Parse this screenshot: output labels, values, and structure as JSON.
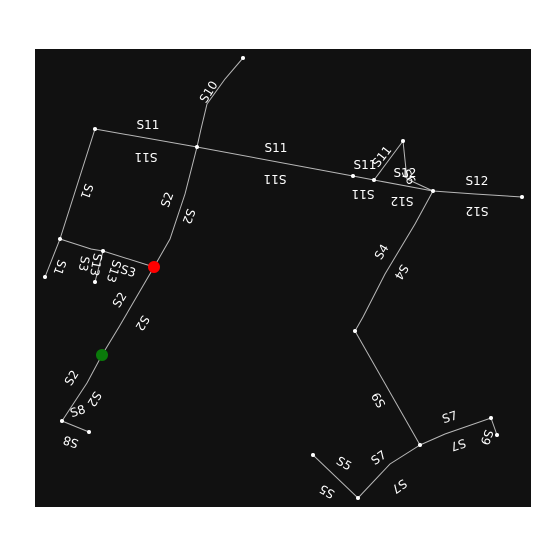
{
  "map": {
    "background": "#111111",
    "road_color": "#b8b8b8",
    "node_color": "#ffffff",
    "start_marker": {
      "name": "start-marker",
      "color": "#ff0000"
    },
    "end_marker": {
      "name": "end-marker",
      "color": "#0a7a0a"
    },
    "streets": [
      "S1",
      "S2",
      "S3",
      "S4",
      "S5",
      "S6",
      "S7",
      "S8",
      "S9",
      "S10",
      "S11",
      "S12",
      "S13"
    ]
  }
}
